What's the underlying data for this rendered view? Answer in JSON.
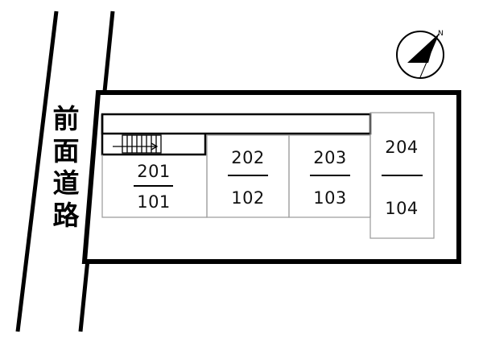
{
  "road": {
    "label": [
      "前",
      "面",
      "道",
      "路"
    ]
  },
  "compass": {
    "north_label": "N",
    "icon": "north-arrow-icon"
  },
  "units": [
    {
      "id": "unit-201-101",
      "upper": "201",
      "lower": "101"
    },
    {
      "id": "unit-202-102",
      "upper": "202",
      "lower": "102"
    },
    {
      "id": "unit-203-103",
      "upper": "203",
      "lower": "103"
    },
    {
      "id": "unit-204-104",
      "upper": "204",
      "lower": "104"
    }
  ],
  "staircase": {
    "icon": "staircase-icon"
  },
  "colors": {
    "line": "#000000",
    "unit_border": "#9a9a9a",
    "background": "#ffffff"
  }
}
